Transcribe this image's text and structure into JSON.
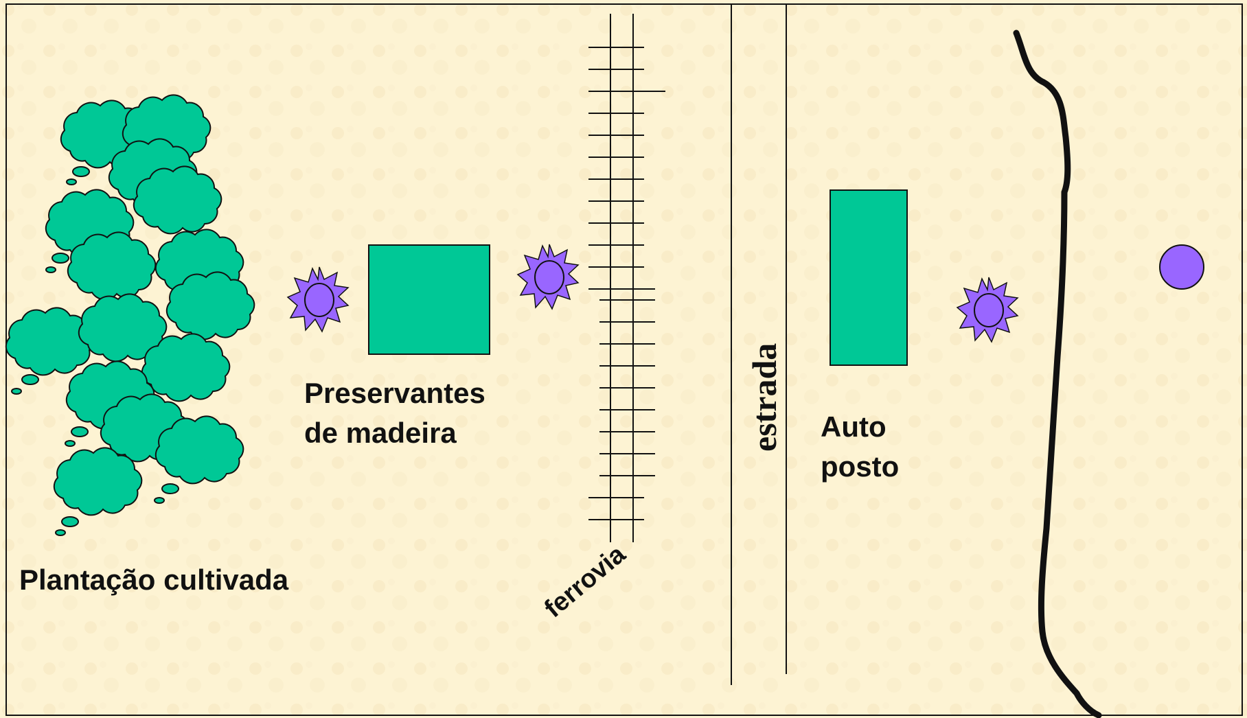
{
  "labels": {
    "plantation": "Plantação cultivada",
    "preservatives_line1": "Preservantes",
    "preservatives_line2": "de madeira",
    "railway": "ferrovia",
    "road": "estrada",
    "gas_station_line1": "Auto",
    "gas_station_line2": "posto"
  },
  "colors": {
    "background": "#fdf3d3",
    "building": "#00c896",
    "trees": "#00c896",
    "source_star": "#9966ff",
    "well": "#9966ff",
    "lines": "#111111"
  },
  "icons": {
    "trees": "tree-cloud-icon",
    "contamination_source": "star-burst-icon",
    "well": "circle-well-icon"
  }
}
